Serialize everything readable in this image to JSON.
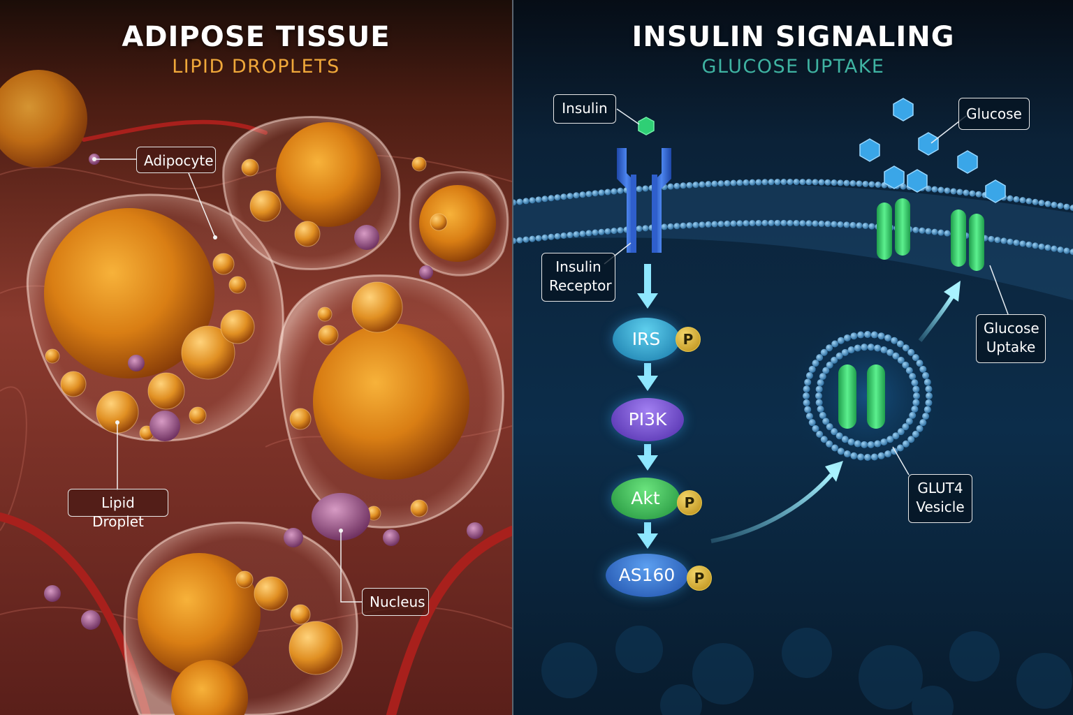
{
  "left": {
    "title": "ADIPOSE TISSUE",
    "subtitle": "LIPID DROPLETS",
    "labels": {
      "adipocyte": "Adipocyte",
      "lipid_droplet": "Lipid Droplet",
      "nucleus": "Nucleus"
    }
  },
  "right": {
    "title": "INSULIN SIGNALING",
    "subtitle": "GLUCOSE UPTAKE",
    "labels": {
      "insulin": "Insulin",
      "insulin_receptor_line1": "Insulin",
      "insulin_receptor_line2": "Receptor",
      "glucose": "Glucose",
      "glucose_uptake_line1": "Glucose",
      "glucose_uptake_line2": "Uptake",
      "glut4_line1": "GLUT4",
      "glut4_line2": "Vesicle"
    },
    "pathway": {
      "irs": "IRS",
      "pi3k": "PI3K",
      "akt": "Akt",
      "as160": "AS160",
      "phospho_label": "P"
    }
  },
  "colors": {
    "left_accent": "#f0a83a",
    "right_accent": "#3fb3a2",
    "membrane": "#4f94c8",
    "glut4": "#2ecc6a",
    "glucose": "#3aa6e8"
  }
}
